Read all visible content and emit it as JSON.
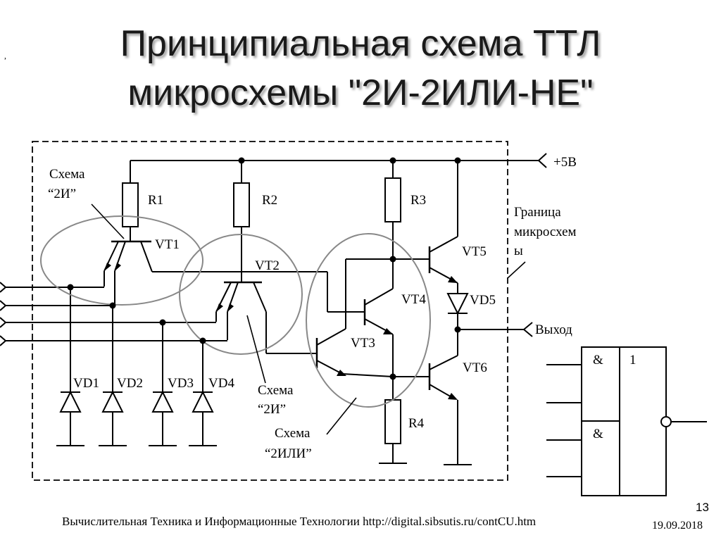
{
  "slide": {
    "title_line1": "Принципиальная схема ТТЛ",
    "title_line2": "микросхемы \"2И-2ИЛИ-НЕ\"",
    "stray_mark": ",",
    "footer_text": "Вычислительная Техника и Информационные Технологии http://digital.sibsutis.ru/contCU.htm",
    "page_number": "13",
    "date": "19.09.2018"
  },
  "diagram": {
    "supply": "+5В",
    "output": "Выход",
    "boundary_label": [
      "Граница",
      "микросхем",
      "ы"
    ],
    "and_group_1": [
      "Схема",
      "“2И”"
    ],
    "and_group_2": [
      "Схема",
      "“2И”"
    ],
    "or_group": [
      "Схема",
      "“2ИЛИ”"
    ],
    "resistors": [
      "R1",
      "R2",
      "R3",
      "R4"
    ],
    "transistors": [
      "VT1",
      "VT2",
      "VT3",
      "VT4",
      "VT5",
      "VT6"
    ],
    "diodes": [
      "VD1",
      "VD2",
      "VD3",
      "VD4",
      "VD5"
    ],
    "symbol": {
      "and_1": "&",
      "and_2": "&",
      "or": "1"
    }
  }
}
